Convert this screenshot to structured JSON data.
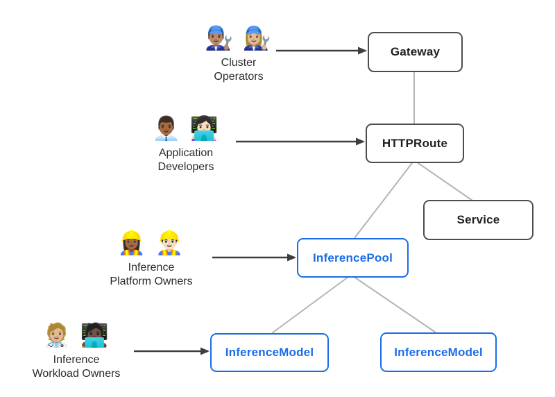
{
  "diagram": {
    "background": "#ffffff",
    "colors": {
      "dark_box_border": "#4d4d4d",
      "dark_box_text": "#1f1f1f",
      "blue_box_border": "#1a6ce8",
      "blue_box_text": "#1a6ce8",
      "connector_line": "#b4b4b4",
      "actor_arrow": "#3d3d3d"
    },
    "personas": [
      {
        "name": "cluster-operators",
        "emojis": [
          "👨🏽‍🔧",
          "👩🏼‍🔧"
        ],
        "label_lines": [
          "Cluster",
          "Operators"
        ]
      },
      {
        "name": "application-developers",
        "emojis": [
          "👨🏾‍💼",
          "👩🏻‍💻"
        ],
        "label_lines": [
          "Application",
          "Developers"
        ]
      },
      {
        "name": "inference-platform-owners",
        "emojis": [
          "👷🏾‍♀️",
          "👷🏻‍♂️"
        ],
        "label_lines": [
          "Inference",
          "Platform Owners"
        ]
      },
      {
        "name": "inference-workload-owners",
        "emojis": [
          "🧑🏼‍⚕️",
          "🧑🏿‍💻"
        ],
        "label_lines": [
          "Inference",
          "Workload Owners"
        ]
      }
    ],
    "nodes": [
      {
        "name": "gateway",
        "label": "Gateway",
        "style": "dark"
      },
      {
        "name": "httproute",
        "label": "HTTPRoute",
        "style": "dark"
      },
      {
        "name": "service",
        "label": "Service",
        "style": "dark"
      },
      {
        "name": "inferencepool",
        "label": "InferencePool",
        "style": "blue"
      },
      {
        "name": "inferencemodel-left",
        "label": "InferenceModel",
        "style": "blue"
      },
      {
        "name": "inferencemodel-right",
        "label": "InferenceModel",
        "style": "blue"
      }
    ],
    "edges": {
      "connections": [
        {
          "from": "Gateway",
          "to": "HTTPRoute"
        },
        {
          "from": "HTTPRoute",
          "to": "Service"
        },
        {
          "from": "HTTPRoute",
          "to": "InferencePool"
        },
        {
          "from": "InferencePool",
          "to": "InferenceModel (left)"
        },
        {
          "from": "InferencePool",
          "to": "InferenceModel (right)"
        }
      ],
      "actor_arrows": [
        {
          "from": "Cluster Operators",
          "to": "Gateway"
        },
        {
          "from": "Application Developers",
          "to": "HTTPRoute"
        },
        {
          "from": "Inference Platform Owners",
          "to": "InferencePool"
        },
        {
          "from": "Inference Workload Owners",
          "to": "InferenceModel (left)"
        }
      ]
    }
  }
}
